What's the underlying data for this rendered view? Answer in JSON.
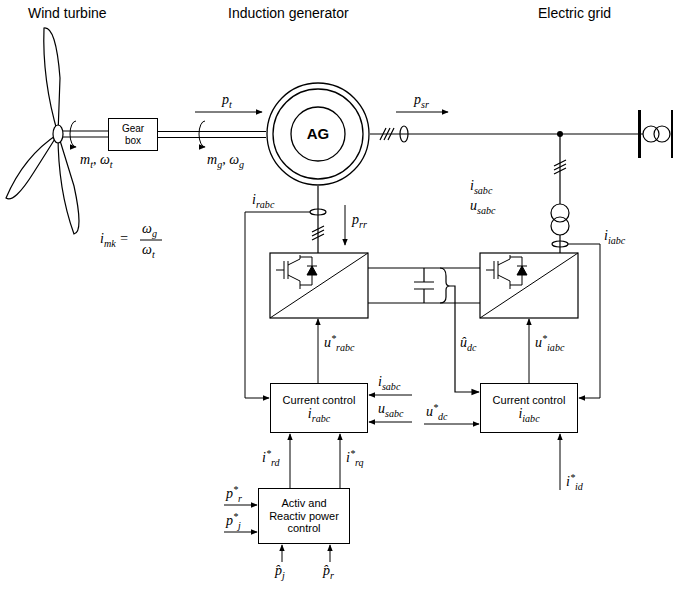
{
  "diagram": {
    "nodes": [
      {
        "text": [
          "Gear box"
        ]
      },
      {
        "text": [
          "AG"
        ]
      },
      {
        "text": [
          "Current control",
          "irabc"
        ]
      },
      {
        "text": [
          "Current control",
          "iiabc"
        ]
      },
      {
        "text": [
          "Activ and Reactiv power control"
        ]
      }
    ],
    "edges": [
      {
        "from": 0,
        "to": 1,
        "arrow": "none"
      },
      {
        "from": 4,
        "to": 2,
        "arrow": "to",
        "label": "i*rd"
      },
      {
        "from": 4,
        "to": 2,
        "arrow": "to",
        "label": "i*rq"
      }
    ],
    "labels": [
      "Wind turbine",
      "Induction generator",
      "Electric grid",
      "pt",
      "mt, ωt",
      "mg, ωg",
      "imk =",
      "ωg",
      "ωt",
      "psr",
      "isabc",
      "usabc",
      "prr",
      "irabc",
      "iiabc",
      "u*rabc",
      "isabc",
      "usabc",
      "ûdc",
      "u*iabc",
      "u*dc",
      "i*id",
      "p*r",
      "p*j",
      "p̂j",
      "p̂r"
    ]
  }
}
